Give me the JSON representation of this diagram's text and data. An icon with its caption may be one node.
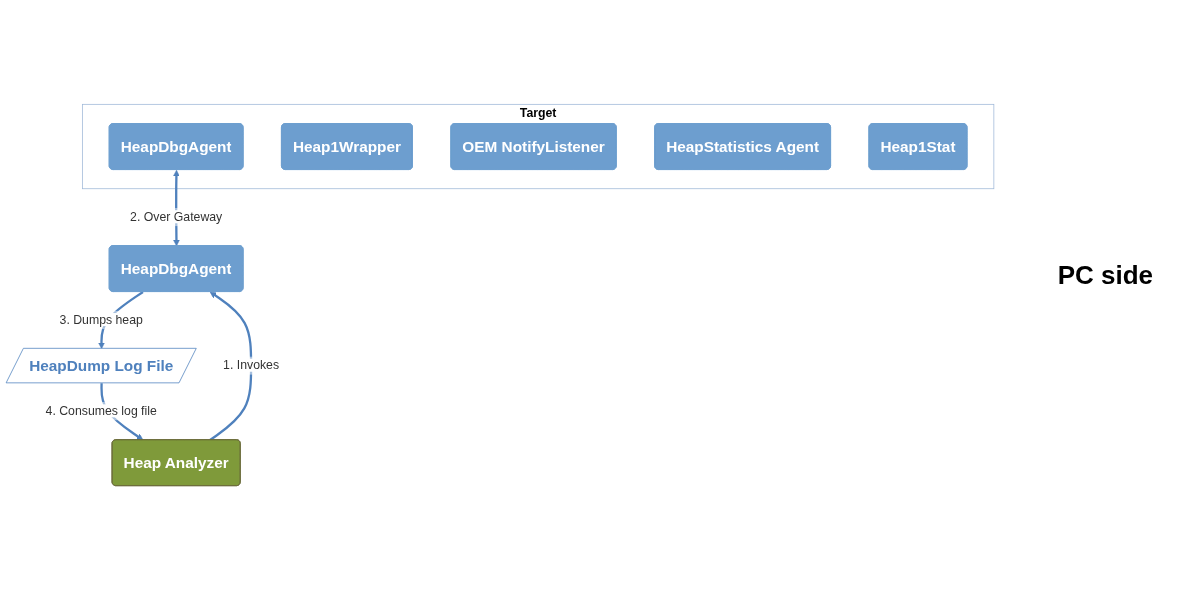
{
  "diagram": {
    "nodes": [
      {
        "text": [
          "Target"
        ]
      },
      {
        "text": [
          "HeapDbgAgent"
        ],
        "in": 0
      },
      {
        "text": [
          "Heap1Wrapper"
        ],
        "in": 0
      },
      {
        "text": [
          "OEM NotifyListener"
        ],
        "in": 0
      },
      {
        "text": [
          "HeapStatistics Agent"
        ],
        "in": 0
      },
      {
        "text": [
          "Heap1Stat"
        ],
        "in": 0
      },
      {
        "text": [
          "HeapDbgAgent"
        ]
      },
      {
        "text": [
          "HeapDump Log File"
        ]
      },
      {
        "text": [
          "Heap Analyzer"
        ]
      }
    ],
    "edges": [
      {
        "from": 1,
        "to": 6,
        "arrow": "both",
        "label": "2. Over Gateway"
      },
      {
        "from": 6,
        "to": 7,
        "arrow": "to",
        "label": "3. Dumps heap"
      },
      {
        "from": 8,
        "to": 6,
        "arrow": "to",
        "label": "1. Invokes"
      },
      {
        "from": 7,
        "to": 8,
        "arrow": "to",
        "label": "4. Consumes log file"
      }
    ],
    "labels": [
      "PC side"
    ]
  }
}
